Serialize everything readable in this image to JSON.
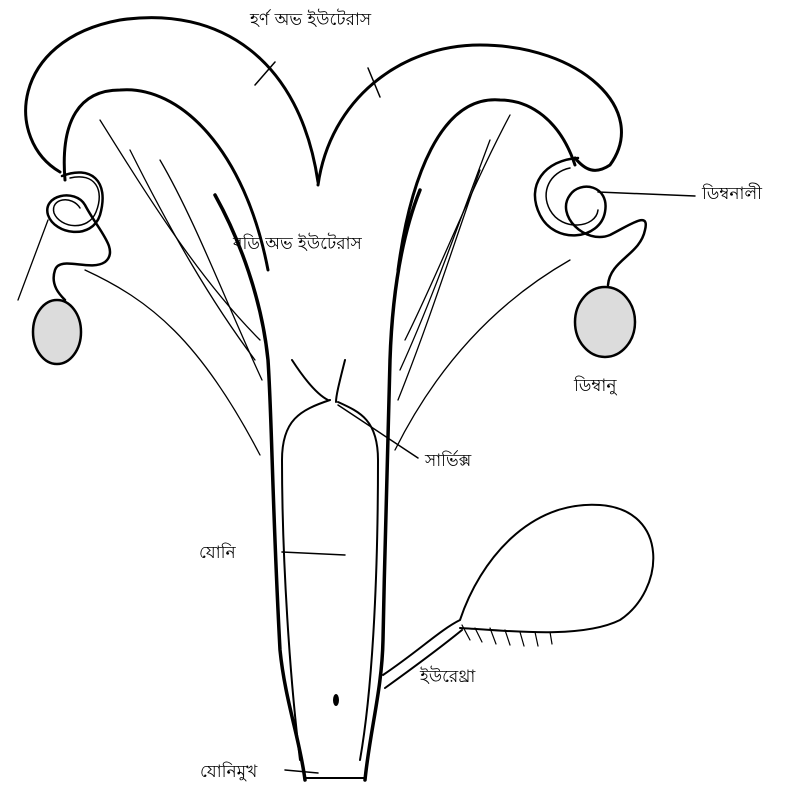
{
  "labels": {
    "horn_of_uterus": "হর্ণ অভ ইউটেরাস",
    "body_of_uterus": "বডি অভ ইউটেরাস",
    "fallopian_tube": "ডিম্বনালী",
    "ovary": "ডিম্বানু",
    "cervix": "সার্ভিক্স",
    "vagina": "যোনি",
    "urethra": "ইউরেথ্রা",
    "vaginal_opening": "যোনিমুখ"
  },
  "colors": {
    "stroke": "#000000",
    "background": "#ffffff"
  }
}
